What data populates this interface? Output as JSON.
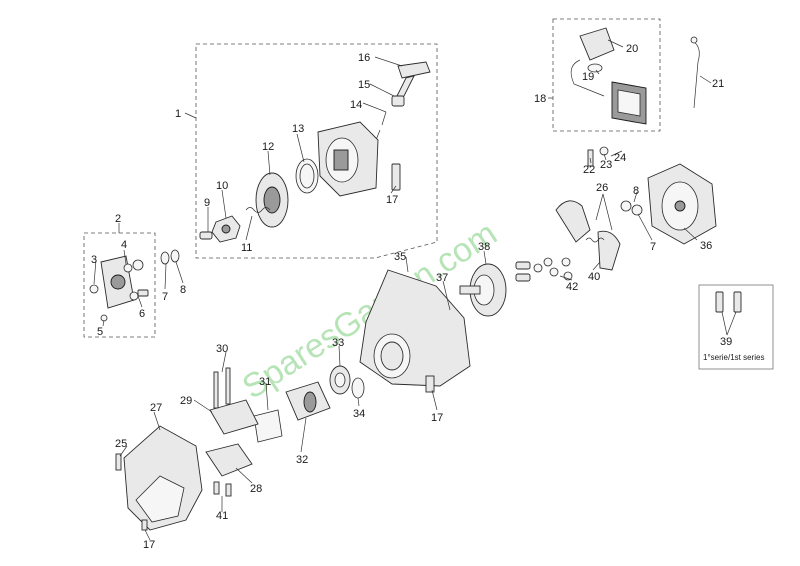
{
  "watermark": "SparesGarden.com",
  "series_note": "1°serie/1st series",
  "callouts": [
    "1",
    "2",
    "3",
    "4",
    "5",
    "6",
    "7",
    "8",
    "9",
    "10",
    "11",
    "12",
    "13",
    "14",
    "15",
    "16",
    "17",
    "18",
    "19",
    "20",
    "21",
    "22",
    "23",
    "24",
    "25",
    "26",
    "27",
    "28",
    "29",
    "30",
    "31",
    "32",
    "33",
    "34",
    "35",
    "36",
    "37",
    "38",
    "39",
    "40",
    "41",
    "42"
  ]
}
